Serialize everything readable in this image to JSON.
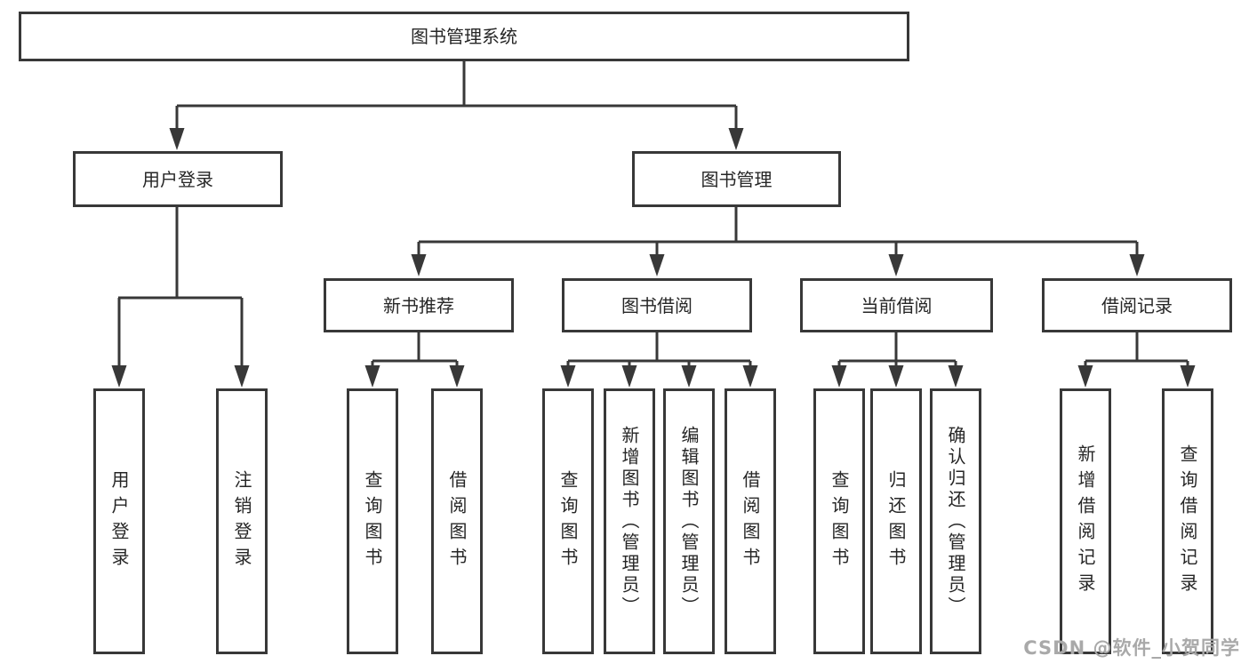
{
  "tree": {
    "root": "图书管理系统",
    "children": [
      {
        "label": "用户登录",
        "children": [
          "用户登录",
          "注销登录"
        ]
      },
      {
        "label": "图书管理",
        "children": [
          {
            "label": "新书推荐",
            "children": [
              "查询图书",
              "借阅图书"
            ]
          },
          {
            "label": "图书借阅",
            "children": [
              "查询图书",
              "新增图书（管理员）",
              "编辑图书（管理员）",
              "借阅图书"
            ]
          },
          {
            "label": "当前借阅",
            "children": [
              "查询图书",
              "归还图书",
              "确认归还（管理员）"
            ]
          },
          {
            "label": "借阅记录",
            "children": [
              "新增借阅记录",
              "查询借阅记录"
            ]
          }
        ]
      }
    ]
  },
  "watermark": {
    "text": "CSDN @软件_小贺同学"
  },
  "colors": {
    "line": "#383838",
    "box_border": "#383838",
    "box_background": "#ffffff",
    "text": "#262626",
    "watermark": "#a9a9a9",
    "page_background": "#ffffff"
  }
}
